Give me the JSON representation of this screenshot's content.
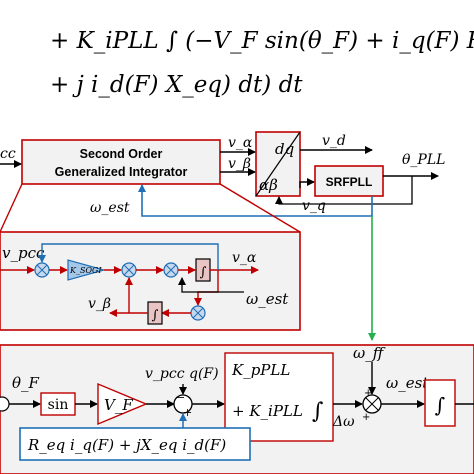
{
  "equation": {
    "line1": "+ K_iPLL ∫ (−V_F sin(θ_F) + i_q(F) R_eq",
    "line2": "+ j i_d(F) X_eq) dt) dt"
  },
  "sogi_block": {
    "title_line1": "Second Order",
    "title_line2": "Generalized Integrator",
    "input_label": "cc",
    "out_alpha": "v_α",
    "out_beta": "v_β",
    "omega_in": "ω_est"
  },
  "transform_block": {
    "top_label": "dq",
    "bottom_label": "αβ",
    "out_d": "v_d",
    "out_q": "v_q"
  },
  "srfpll_block": {
    "label": "SRFPLL",
    "output": "θ_PLL"
  },
  "sogi_detail": {
    "input": "v_pcc",
    "gain": "K_SOGI",
    "integrator": "∫",
    "out_alpha": "v_α",
    "out_beta": "v_β",
    "omega": "ω_est"
  },
  "lower_loop": {
    "theta": "θ_F",
    "sin": "sin",
    "gain": "V_F",
    "vpccq": "v_pcc q(F)",
    "pi_line1": "K_pPLL",
    "pi_line2": "+ K_iPLL",
    "pi_integral": "∫",
    "delta_omega": "Δω",
    "omega_ff": "ω_ff",
    "omega_est": "ω_est",
    "integrator": "∫",
    "feedback": "R_eq i_q(F) + jX_eq i_d(F)"
  },
  "colors": {
    "line": "#000000",
    "red": "#c00000",
    "blue": "#1f6fb5",
    "green": "#22b14c",
    "block_fill": "#f2f2f2",
    "detail_fill": "#f2f2f2",
    "gain_fill": "#a6c8e8",
    "sum_fill": "#c8d8ec",
    "int_fill": "#e8c4c4"
  }
}
